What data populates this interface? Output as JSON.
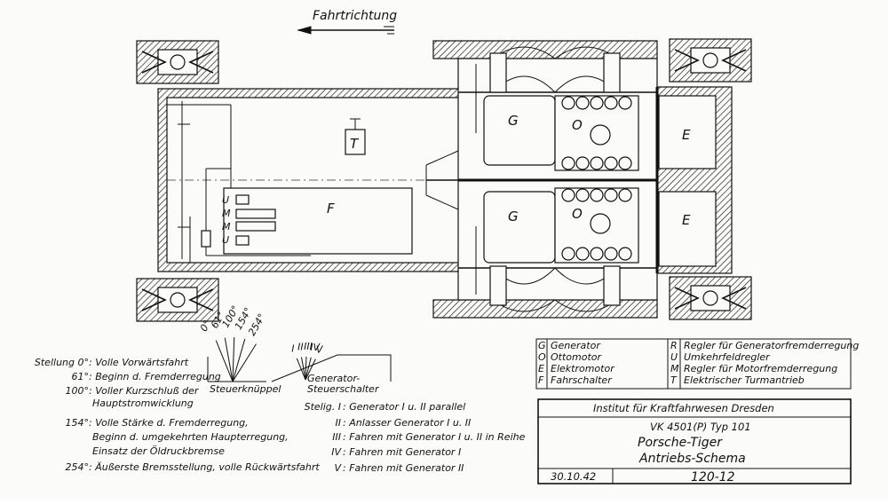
{
  "direction_label": "Fahrtrichtung",
  "components": {
    "generator": "G",
    "otto_motor": "O",
    "electromotor": "E",
    "drive_switch": "F",
    "turret_drive": "T",
    "reverse_regulator": "U",
    "motor_regulator": "M"
  },
  "lever_scale": {
    "degrees": [
      "0°",
      "61°",
      "100°",
      "154°",
      "254°"
    ],
    "lever_label": "Steuerknüppel",
    "switch_label": "Generator-\nSteuerschalter",
    "switch_positions": [
      "I",
      "II",
      "III",
      "IV",
      "V"
    ]
  },
  "stellung_notes": [
    {
      "mark": "Stellung 0°",
      "text": ": Volle Vorwärtsfahrt"
    },
    {
      "mark": "61°",
      "text": ": Beginn d. Fremderregung"
    },
    {
      "mark": "100°",
      "text": ": Voller Kurzschluß der"
    },
    {
      "mark": "",
      "text": "Hauptstromwicklung"
    },
    {
      "mark": "154°",
      "text": ": Volle Stärke d. Fremderregung,"
    },
    {
      "mark": "",
      "text": "Beginn d. umgekehrten Haupterregung,"
    },
    {
      "mark": "",
      "text": "Einsatz der Öldruckbremse"
    },
    {
      "mark": "254°",
      "text": ": Äußerste Bremsstellung, volle Rückwärtsfahrt"
    }
  ],
  "stelig_notes": [
    {
      "mark": "Stelig. I",
      "text": ": Generator I u. II parallel"
    },
    {
      "mark": "II",
      "text": ": Anlasser Generator I u. II"
    },
    {
      "mark": "III",
      "text": ": Fahren mit Generator I u. II in Reihe"
    },
    {
      "mark": "IV",
      "text": ": Fahren mit Generator  I"
    },
    {
      "mark": "V",
      "text": ": Fahren mit Generator  II"
    }
  ],
  "legend": [
    {
      "key": "G",
      "label": "Generator"
    },
    {
      "key": "O",
      "label": "Ottomotor"
    },
    {
      "key": "E",
      "label": "Elektromotor"
    },
    {
      "key": "F",
      "label": "Fahrschalter"
    },
    {
      "key": "R",
      "label": "Regler für Generatorfremderregung"
    },
    {
      "key": "U",
      "label": "Umkehrfeldregler"
    },
    {
      "key": "M",
      "label": "Regler für Motorfremderregung"
    },
    {
      "key": "T",
      "label": "Elektrischer Turmantrieb"
    }
  ],
  "title_block": {
    "institute": "Institut für Kraftfahrwesen Dresden",
    "type": "VK 4501(P) Typ 101",
    "name": "Porsche-Tiger",
    "subtitle": "Antriebs-Schema",
    "date": "30.10.42",
    "number": "120-12"
  }
}
